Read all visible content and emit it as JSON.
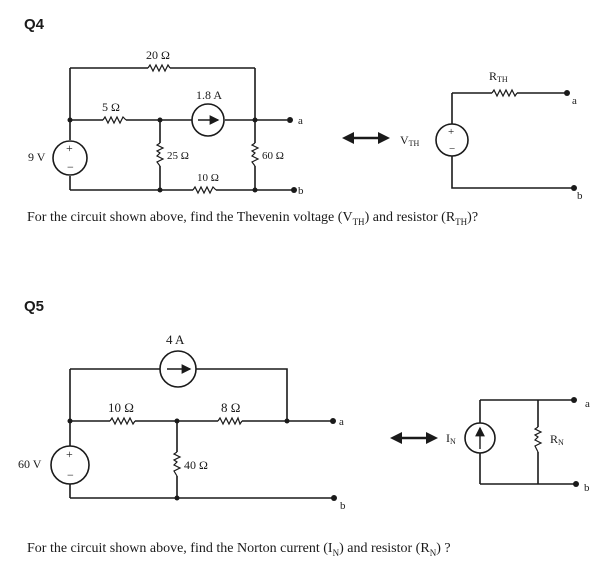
{
  "q4": {
    "label": "Q4",
    "r_top": "20 Ω",
    "r_series": "5 Ω",
    "source_current": "1.8 A",
    "r_shunt": "25 Ω",
    "r_bottom": "10 Ω",
    "r_load": "60 Ω",
    "source_voltage": "9 V",
    "node_a": "a",
    "node_b": "b",
    "eq_r": "R",
    "eq_r_sub": "TH",
    "eq_v": "V",
    "eq_v_sub": "TH",
    "eq_a": "a",
    "eq_b": "b",
    "q_pre": "For the circuit shown above, find the Thevenin voltage (V",
    "q_sub1": "TH",
    "q_mid": ") and resistor  (R",
    "q_sub2": "TH",
    "q_post": ")?"
  },
  "q5": {
    "label": "Q5",
    "source_current": "4 A",
    "r_left": "10 Ω",
    "r_right": "8 Ω",
    "r_shunt": "40 Ω",
    "source_voltage": "60 V",
    "node_a": "a",
    "node_b": "b",
    "eq_i": "I",
    "eq_i_sub": "N",
    "eq_r": "R",
    "eq_r_sub": "N",
    "eq_a": "a",
    "eq_b": "b",
    "q_pre": "For the circuit shown above, find the Norton current (I",
    "q_sub1": "N",
    "q_mid": ") and resistor (R",
    "q_sub2": "N",
    "q_post": ") ?"
  }
}
